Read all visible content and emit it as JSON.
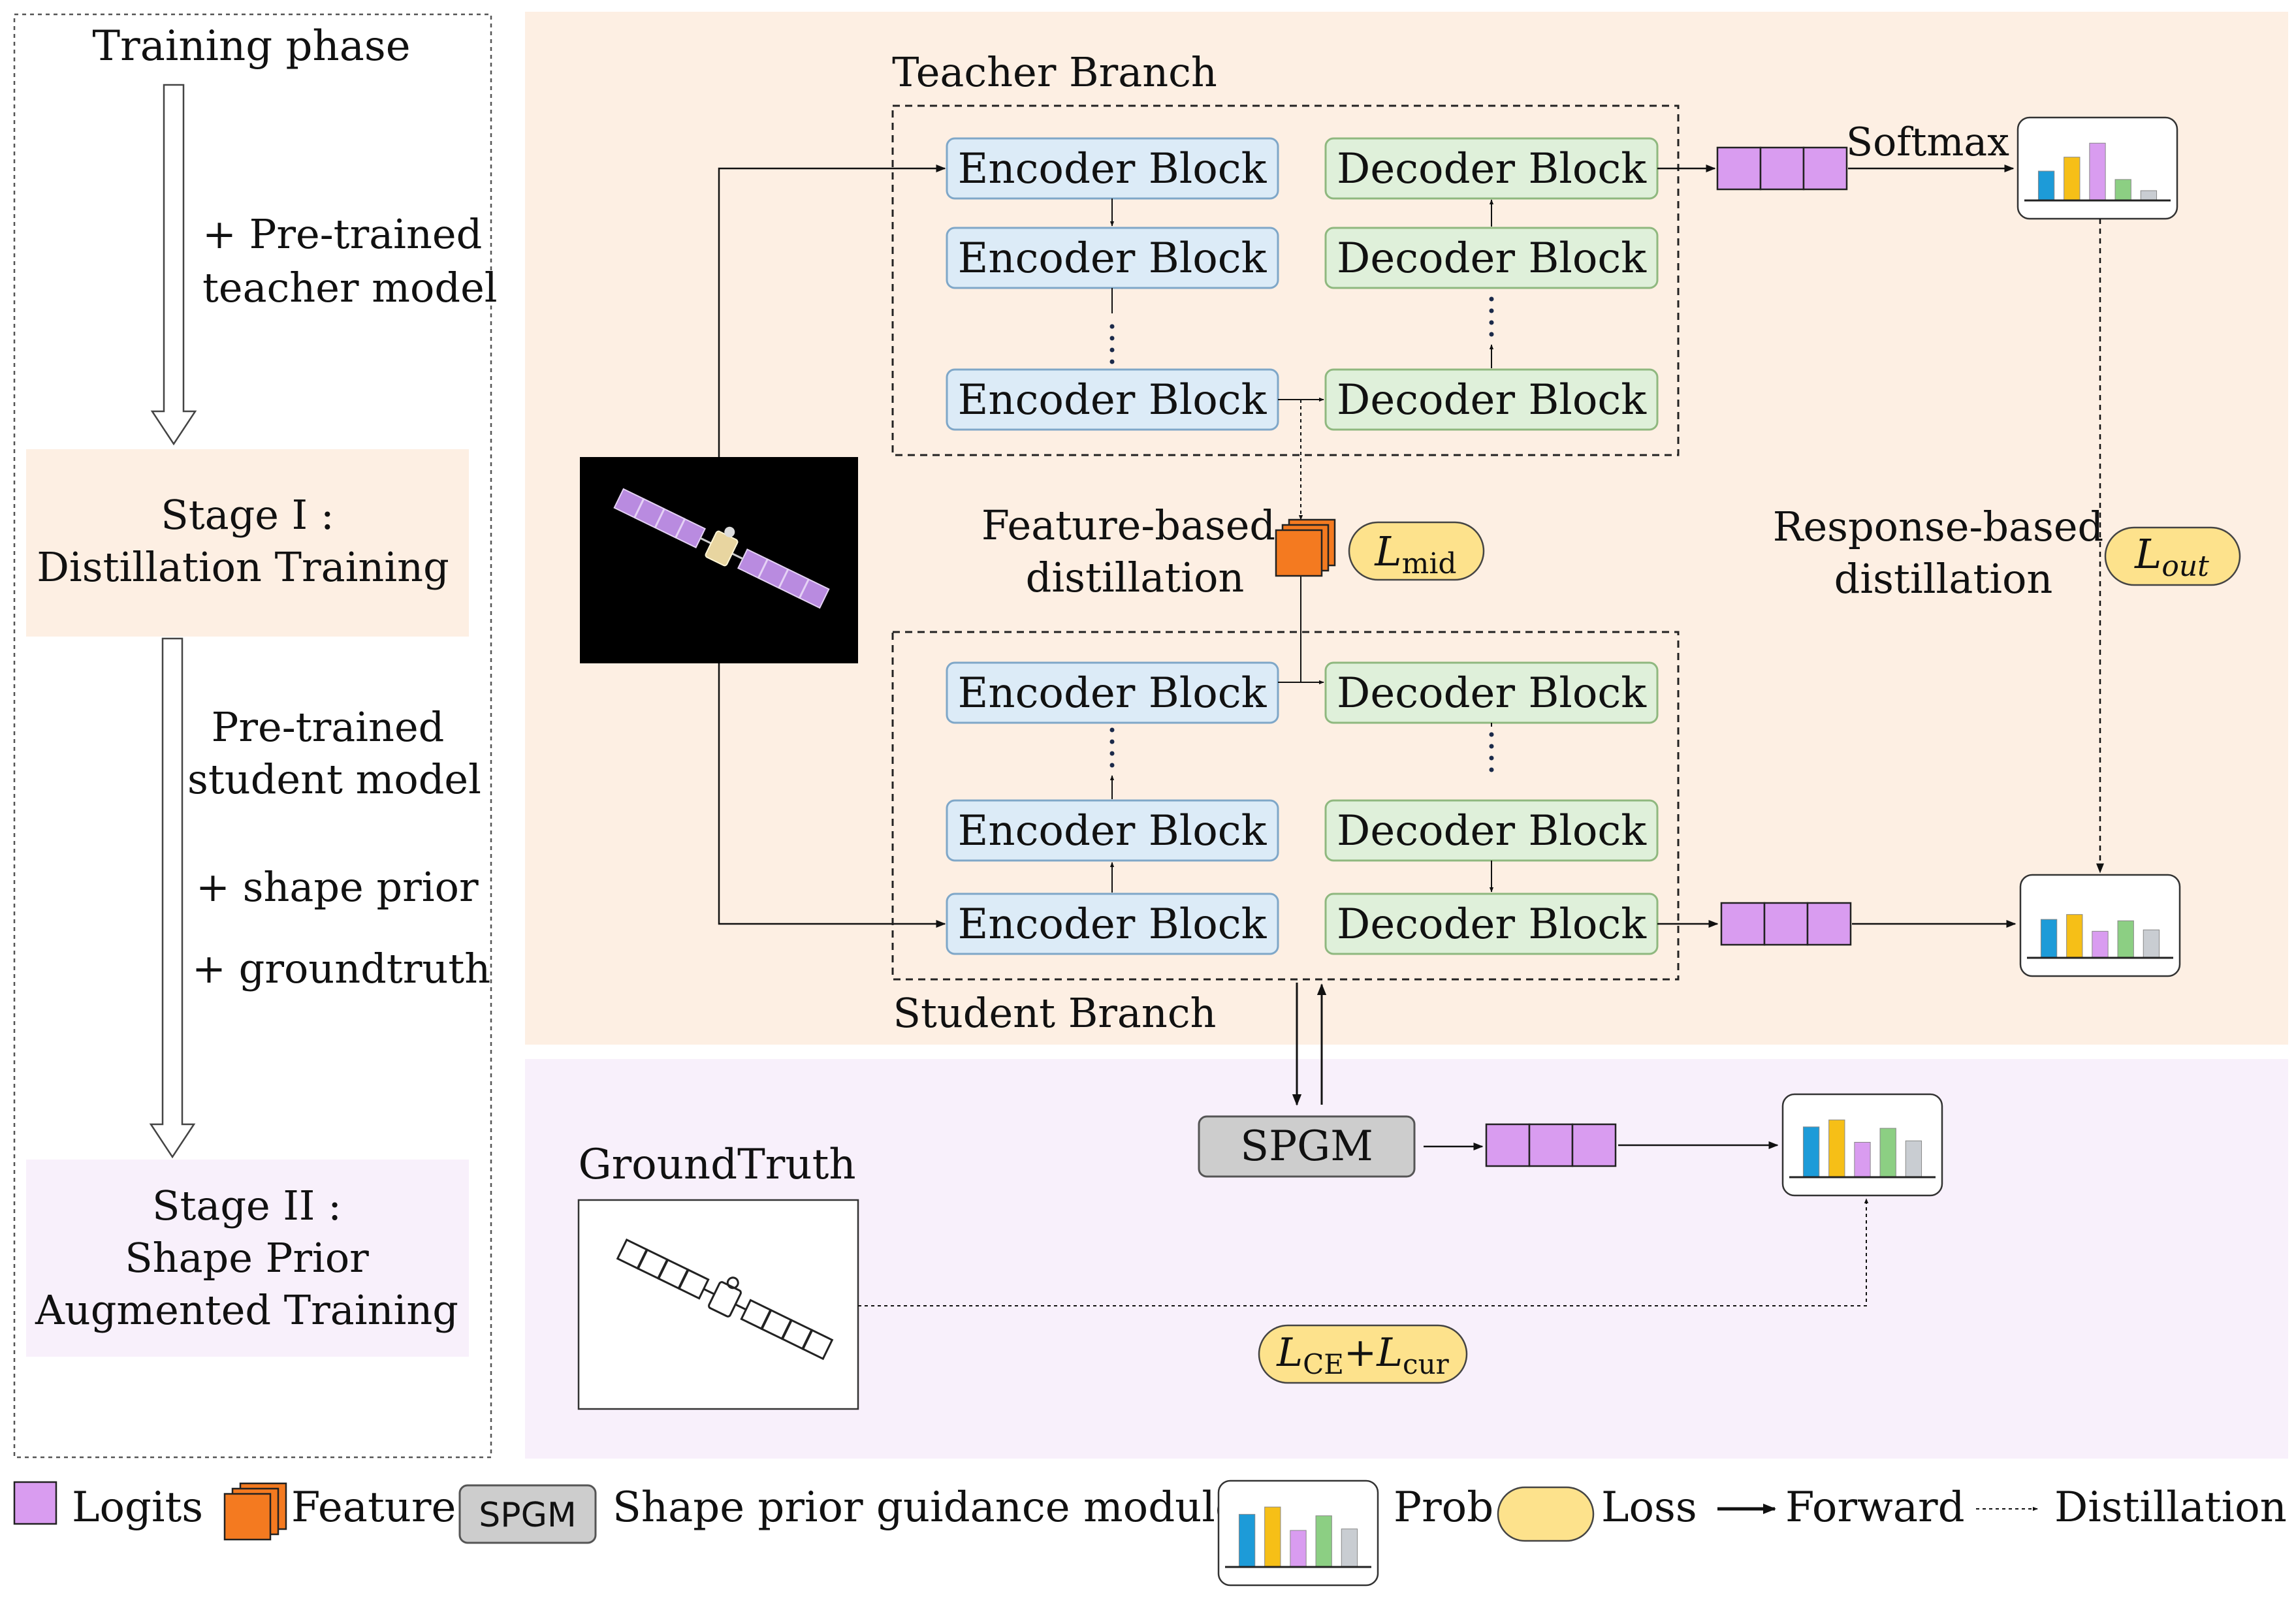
{
  "colors": {
    "stage1_bg": "#fdefe3",
    "stage2_bg": "#f8f0fb",
    "encoder_fill": "#dcebf7",
    "encoder_stroke": "#7fa7c8",
    "decoder_fill": "#dff0da",
    "decoder_stroke": "#8fb87f",
    "logit": "#d99cf0",
    "feature": "#f47a20",
    "loss": "#fde28c",
    "spgm": "#cdcdcd",
    "bar_blue": "#1d9bd8",
    "bar_yellow": "#f6bf17",
    "bar_purple": "#d99cf0",
    "bar_green": "#8ccf83",
    "bar_gray": "#c9cdd2"
  },
  "left": {
    "title": "Training phase",
    "arrow1_line1": "+ Pre-trained",
    "arrow1_line2": "teacher model",
    "stage1_line1": "Stage I :",
    "stage1_line2": "Distillation Training",
    "arrow2_line1": "Pre-trained",
    "arrow2_line2": "student model",
    "arrow2_line3": "+ shape prior",
    "arrow2_line4": "+ groundtruth",
    "stage2_line1": "Stage II :",
    "stage2_line2": "Shape Prior",
    "stage2_line3": "Augmented Training"
  },
  "teacher": {
    "title": "Teacher Branch",
    "encoders": [
      "Encoder Block",
      "Encoder Block",
      "Encoder Block"
    ],
    "decoders": [
      "Decoder Block",
      "Decoder Block",
      "Decoder Block"
    ],
    "softmax_label": "Softmax"
  },
  "student": {
    "title": "Student Branch",
    "encoders": [
      "Encoder Block",
      "Encoder Block",
      "Encoder Block"
    ],
    "decoders": [
      "Decoder Block",
      "Decoder Block",
      "Decoder Block"
    ]
  },
  "middle": {
    "feature_line1": "Feature-based",
    "feature_line2": "distillation",
    "loss_mid_main": "L",
    "loss_mid_sub": "mid",
    "response_line1": "Response-based",
    "response_line2": "distillation",
    "loss_out_main": "L",
    "loss_out_sub": "out"
  },
  "bottom": {
    "spgm_label": "SPGM",
    "groundtruth_label": "GroundTruth",
    "loss_ce_main": "L",
    "loss_ce_sub": "CE",
    "loss_plus": "+",
    "loss_cur_main": "L",
    "loss_cur_sub": "cur"
  },
  "legend": {
    "logits": "Logits",
    "feature": "Feature",
    "spgm_box": "SPGM",
    "spgm_desc": "Shape prior guidance module",
    "prob": "Prob",
    "loss": "Loss",
    "forward": "Forward",
    "distillation": "Distillation"
  },
  "prob_charts": {
    "teacher": [
      0.42,
      0.62,
      0.82,
      0.3,
      0.14
    ],
    "student": [
      0.55,
      0.62,
      0.38,
      0.53,
      0.4
    ],
    "spgm": [
      0.72,
      0.82,
      0.5,
      0.7,
      0.52
    ]
  }
}
